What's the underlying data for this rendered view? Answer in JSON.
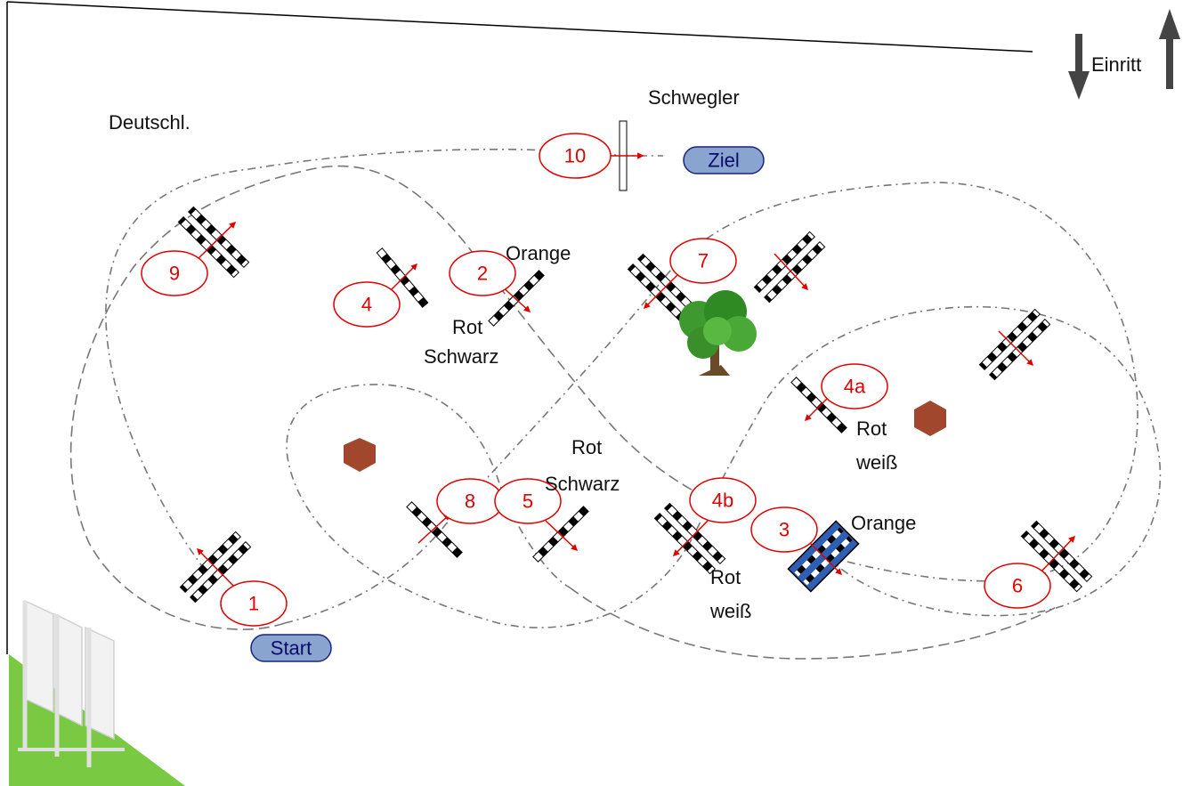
{
  "arena": {
    "entry_label": "Einritt",
    "side_label": "Deutschl.",
    "judge_label": "Schwegler"
  },
  "start": {
    "label": "Start"
  },
  "finish": {
    "label": "Ziel"
  },
  "obstacles": [
    {
      "number": "1",
      "name": "obstacle-1"
    },
    {
      "number": "2",
      "name": "obstacle-2"
    },
    {
      "number": "3",
      "name": "obstacle-3"
    },
    {
      "number": "4",
      "name": "obstacle-4"
    },
    {
      "number": "4a",
      "name": "obstacle-4a"
    },
    {
      "number": "4b",
      "name": "obstacle-4b"
    },
    {
      "number": "5",
      "name": "obstacle-5"
    },
    {
      "number": "6",
      "name": "obstacle-6"
    },
    {
      "number": "7",
      "name": "obstacle-7"
    },
    {
      "number": "8",
      "name": "obstacle-8"
    },
    {
      "number": "9",
      "name": "obstacle-9"
    },
    {
      "number": "10",
      "name": "obstacle-10"
    }
  ],
  "color_labels": {
    "orange_2": "Orange",
    "rot_1": "Rot",
    "schwarz_1": "Schwarz",
    "rot_2": "Rot",
    "schwarz_2": "Schwarz",
    "rot_3": "Rot",
    "weiss_3": "weiß",
    "rot_4": "Rot",
    "weiss_4": "weiß",
    "orange_3": "Orange"
  },
  "colors": {
    "number_ring": "#e00000",
    "pill_fill": "#8aa4d0",
    "pill_border": "#1a237e",
    "hexagon": "#a0472e",
    "grass": "#7ac943",
    "route": "#777777"
  }
}
